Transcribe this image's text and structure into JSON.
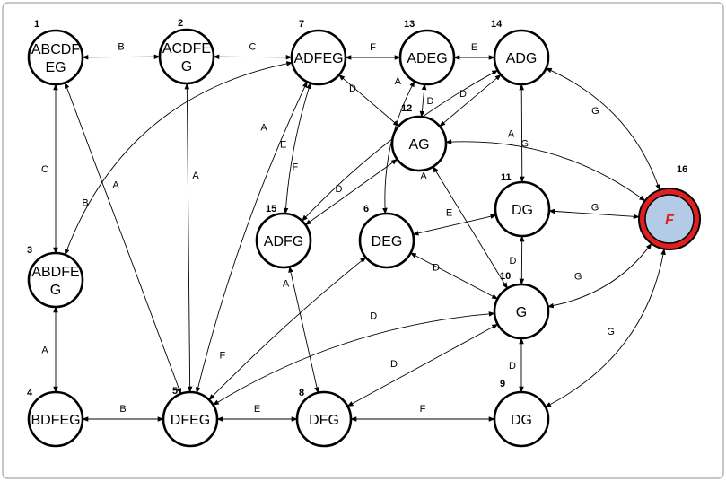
{
  "nodes": [
    {
      "id": "n1",
      "number": "1",
      "lines": [
        "ABCDF",
        "EG"
      ]
    },
    {
      "id": "n2",
      "number": "2",
      "lines": [
        "ACDFE",
        "G"
      ]
    },
    {
      "id": "n7",
      "number": "7",
      "lines": [
        "ADFEG"
      ]
    },
    {
      "id": "n13",
      "number": "13",
      "lines": [
        "ADEG"
      ]
    },
    {
      "id": "n14",
      "number": "14",
      "lines": [
        "ADG"
      ]
    },
    {
      "id": "n12",
      "number": "12",
      "lines": [
        "AG"
      ]
    },
    {
      "id": "n11",
      "number": "11",
      "lines": [
        "DG"
      ]
    },
    {
      "id": "n16",
      "number": "16",
      "lines": [
        "F"
      ],
      "final": true
    },
    {
      "id": "n15",
      "number": "15",
      "lines": [
        "ADFG"
      ]
    },
    {
      "id": "n6",
      "number": "6",
      "lines": [
        "DEG"
      ]
    },
    {
      "id": "n3",
      "number": "3",
      "lines": [
        "ABDFE",
        "G"
      ]
    },
    {
      "id": "n10",
      "number": "10",
      "lines": [
        "G"
      ]
    },
    {
      "id": "n4",
      "number": "4",
      "lines": [
        "BDFEG"
      ]
    },
    {
      "id": "n5",
      "number": "5",
      "lines": [
        "DFEG"
      ]
    },
    {
      "id": "n8",
      "number": "8",
      "lines": [
        "DFG"
      ]
    },
    {
      "id": "n9",
      "number": "9",
      "lines": [
        "DG"
      ]
    }
  ],
  "edges": [
    {
      "from": "n1",
      "to": "n2",
      "label": "B"
    },
    {
      "from": "n2",
      "to": "n7",
      "label": "C"
    },
    {
      "from": "n7",
      "to": "n13",
      "label": "F"
    },
    {
      "from": "n13",
      "to": "n14",
      "label": "E"
    },
    {
      "from": "n1",
      "to": "n3",
      "label": "C"
    },
    {
      "from": "n3",
      "to": "n4",
      "label": "A"
    },
    {
      "from": "n4",
      "to": "n5",
      "label": "B"
    },
    {
      "from": "n5",
      "to": "n8",
      "label": "E"
    },
    {
      "from": "n8",
      "to": "n9",
      "label": "F"
    },
    {
      "from": "n13",
      "to": "n12",
      "label": "D"
    },
    {
      "from": "n14",
      "to": "n11",
      "label": "A"
    },
    {
      "from": "n11",
      "to": "n10",
      "label": "D"
    },
    {
      "from": "n10",
      "to": "n9",
      "label": "D"
    },
    {
      "from": "n11",
      "to": "n16",
      "label": "G"
    },
    {
      "from": "n14",
      "to": "n16",
      "label": "G"
    },
    {
      "from": "n12",
      "to": "n16",
      "label": "G"
    },
    {
      "from": "n10",
      "to": "n16",
      "label": "G"
    },
    {
      "from": "n9",
      "to": "n16",
      "label": "G"
    },
    {
      "from": "n7",
      "to": "n12",
      "label": "D"
    },
    {
      "from": "n14",
      "to": "n12",
      "label": "D"
    },
    {
      "from": "n12",
      "to": "n15",
      "label": "D"
    },
    {
      "from": "n14",
      "to": "n15",
      "label": "F"
    },
    {
      "from": "n7",
      "to": "n15",
      "label": "E"
    },
    {
      "from": "n13",
      "to": "n6",
      "label": "A"
    },
    {
      "from": "n12",
      "to": "n10",
      "label": "A"
    },
    {
      "from": "n11",
      "to": "n6",
      "label": "E"
    },
    {
      "from": "n6",
      "to": "n10",
      "label": "D"
    },
    {
      "from": "n15",
      "to": "n8",
      "label": "A"
    },
    {
      "from": "n10",
      "to": "n8",
      "label": "D"
    },
    {
      "from": "n10",
      "to": "n5",
      "label": "D"
    },
    {
      "from": "n5",
      "to": "n6",
      "label": "F"
    },
    {
      "from": "n5",
      "to": "n7",
      "label": "A"
    },
    {
      "from": "n5",
      "to": "n2",
      "label": "A"
    },
    {
      "from": "n5",
      "to": "n1",
      "label": "A"
    },
    {
      "from": "n7",
      "to": "n3",
      "label": "B"
    }
  ],
  "colors": {
    "node_fill": "#ffffff",
    "node_stroke": "#000000",
    "final_fill": "#b4cbe8",
    "final_ring": "#e02020",
    "final_label": "#e02020",
    "frame": "#b5b5b5"
  }
}
